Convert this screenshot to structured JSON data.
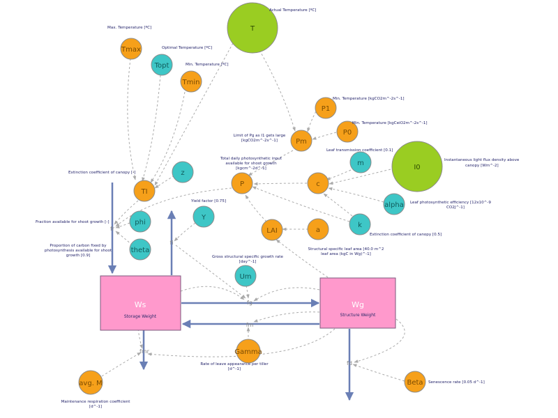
{
  "colors": {
    "orange": "#f6a01a",
    "cyan": "#3ec6c6",
    "green": "#9acd22",
    "pink": "#ff99cc",
    "flow": "#6a7fb5",
    "dashed": "#aaaaaa"
  },
  "nodes": {
    "T": "T",
    "Tmax": "Tmax",
    "Topt": "Topt",
    "Tmin": "Tmin",
    "TI": "TI",
    "z": "z",
    "phi": "phi",
    "theta": "theta",
    "Y": "Y",
    "Um": "Um",
    "Pm": "Pm",
    "P1": "P1",
    "P0": "P0",
    "P": "P",
    "c": "c",
    "m": "m",
    "I0": "I0",
    "alpha": "alpha",
    "k": "k",
    "LAI": "LAI",
    "a": "a",
    "Gamma": "Gamma",
    "avgM": "avg. M",
    "Beta": "Beta"
  },
  "stocks": {
    "ws": {
      "label": "Ws",
      "sub": "Storage Weight"
    },
    "wg": {
      "label": "Wg",
      "sub": "Structure Weight"
    }
  },
  "junctions": {
    "fr_left": "fr",
    "fi": "fi",
    "fg": "fg",
    "fm": "fm",
    "fmr": "fmr",
    "fd": "fd"
  },
  "annotations": {
    "actual_temp": "Actual Temperature [ºC]",
    "max_temp": "Max. Temperature [ºC]",
    "opt_temp": "Optimal Temperature [ºC]",
    "min_temp": "Min. Temperature [ºC]",
    "p1": "Min. Temperature [kgCO2m^-2s^-1]",
    "p0": "Min. Temperature [kgCeiO2m^-2s^-1]",
    "pm_l1": "Limit of Pg as I1 gets large",
    "pm_l2": "[kgCO2m^-2s^-1]",
    "leaf_trans": "Leaf transmission coefficient [0.1]",
    "tdp_l1": "Total daily photosynthetic input",
    "tdp_l2": "available for shoot growth",
    "tdp_l3": "[kgcm^-2d^-1]",
    "i0_l1": "Instantaneous light flux density above",
    "i0_l2": "canopy [Wm^-2]",
    "ext_canopy": "Extinction coefficient of canopy [-]",
    "alpha_l1": "Leaf photosynthetic efficiency [12x10^-9",
    "alpha_l2": "CO2J^-1]",
    "yield": "Yield factor [0.75]",
    "frac_shoot": "Fraction available for shoot growth [-]",
    "ext_canopy_k": "Extinction coefficient of canopy [0.5]",
    "prop_l1": "Proportion of carbon fixed by",
    "prop_l2": "photosynthesis available for shoot",
    "prop_l3": "growth [0.9]",
    "ssla_l1": "Structural specific leaf area [40.0 m^2",
    "ssla_l2": "leaf area (kgC in Wg)^-1]",
    "gsgr_l1": "Gross structural specific growth rate",
    "gsgr_l2": "[day^-1]",
    "leaf_app_l1": "Rate of leave appearance per tiller",
    "leaf_app_l2": "[d^-1]",
    "senescence": "Senescence rate [0.05 d^-1]",
    "maint_l1": "Maintenance respiration coefficient",
    "maint_l2": "[d^-1]"
  }
}
